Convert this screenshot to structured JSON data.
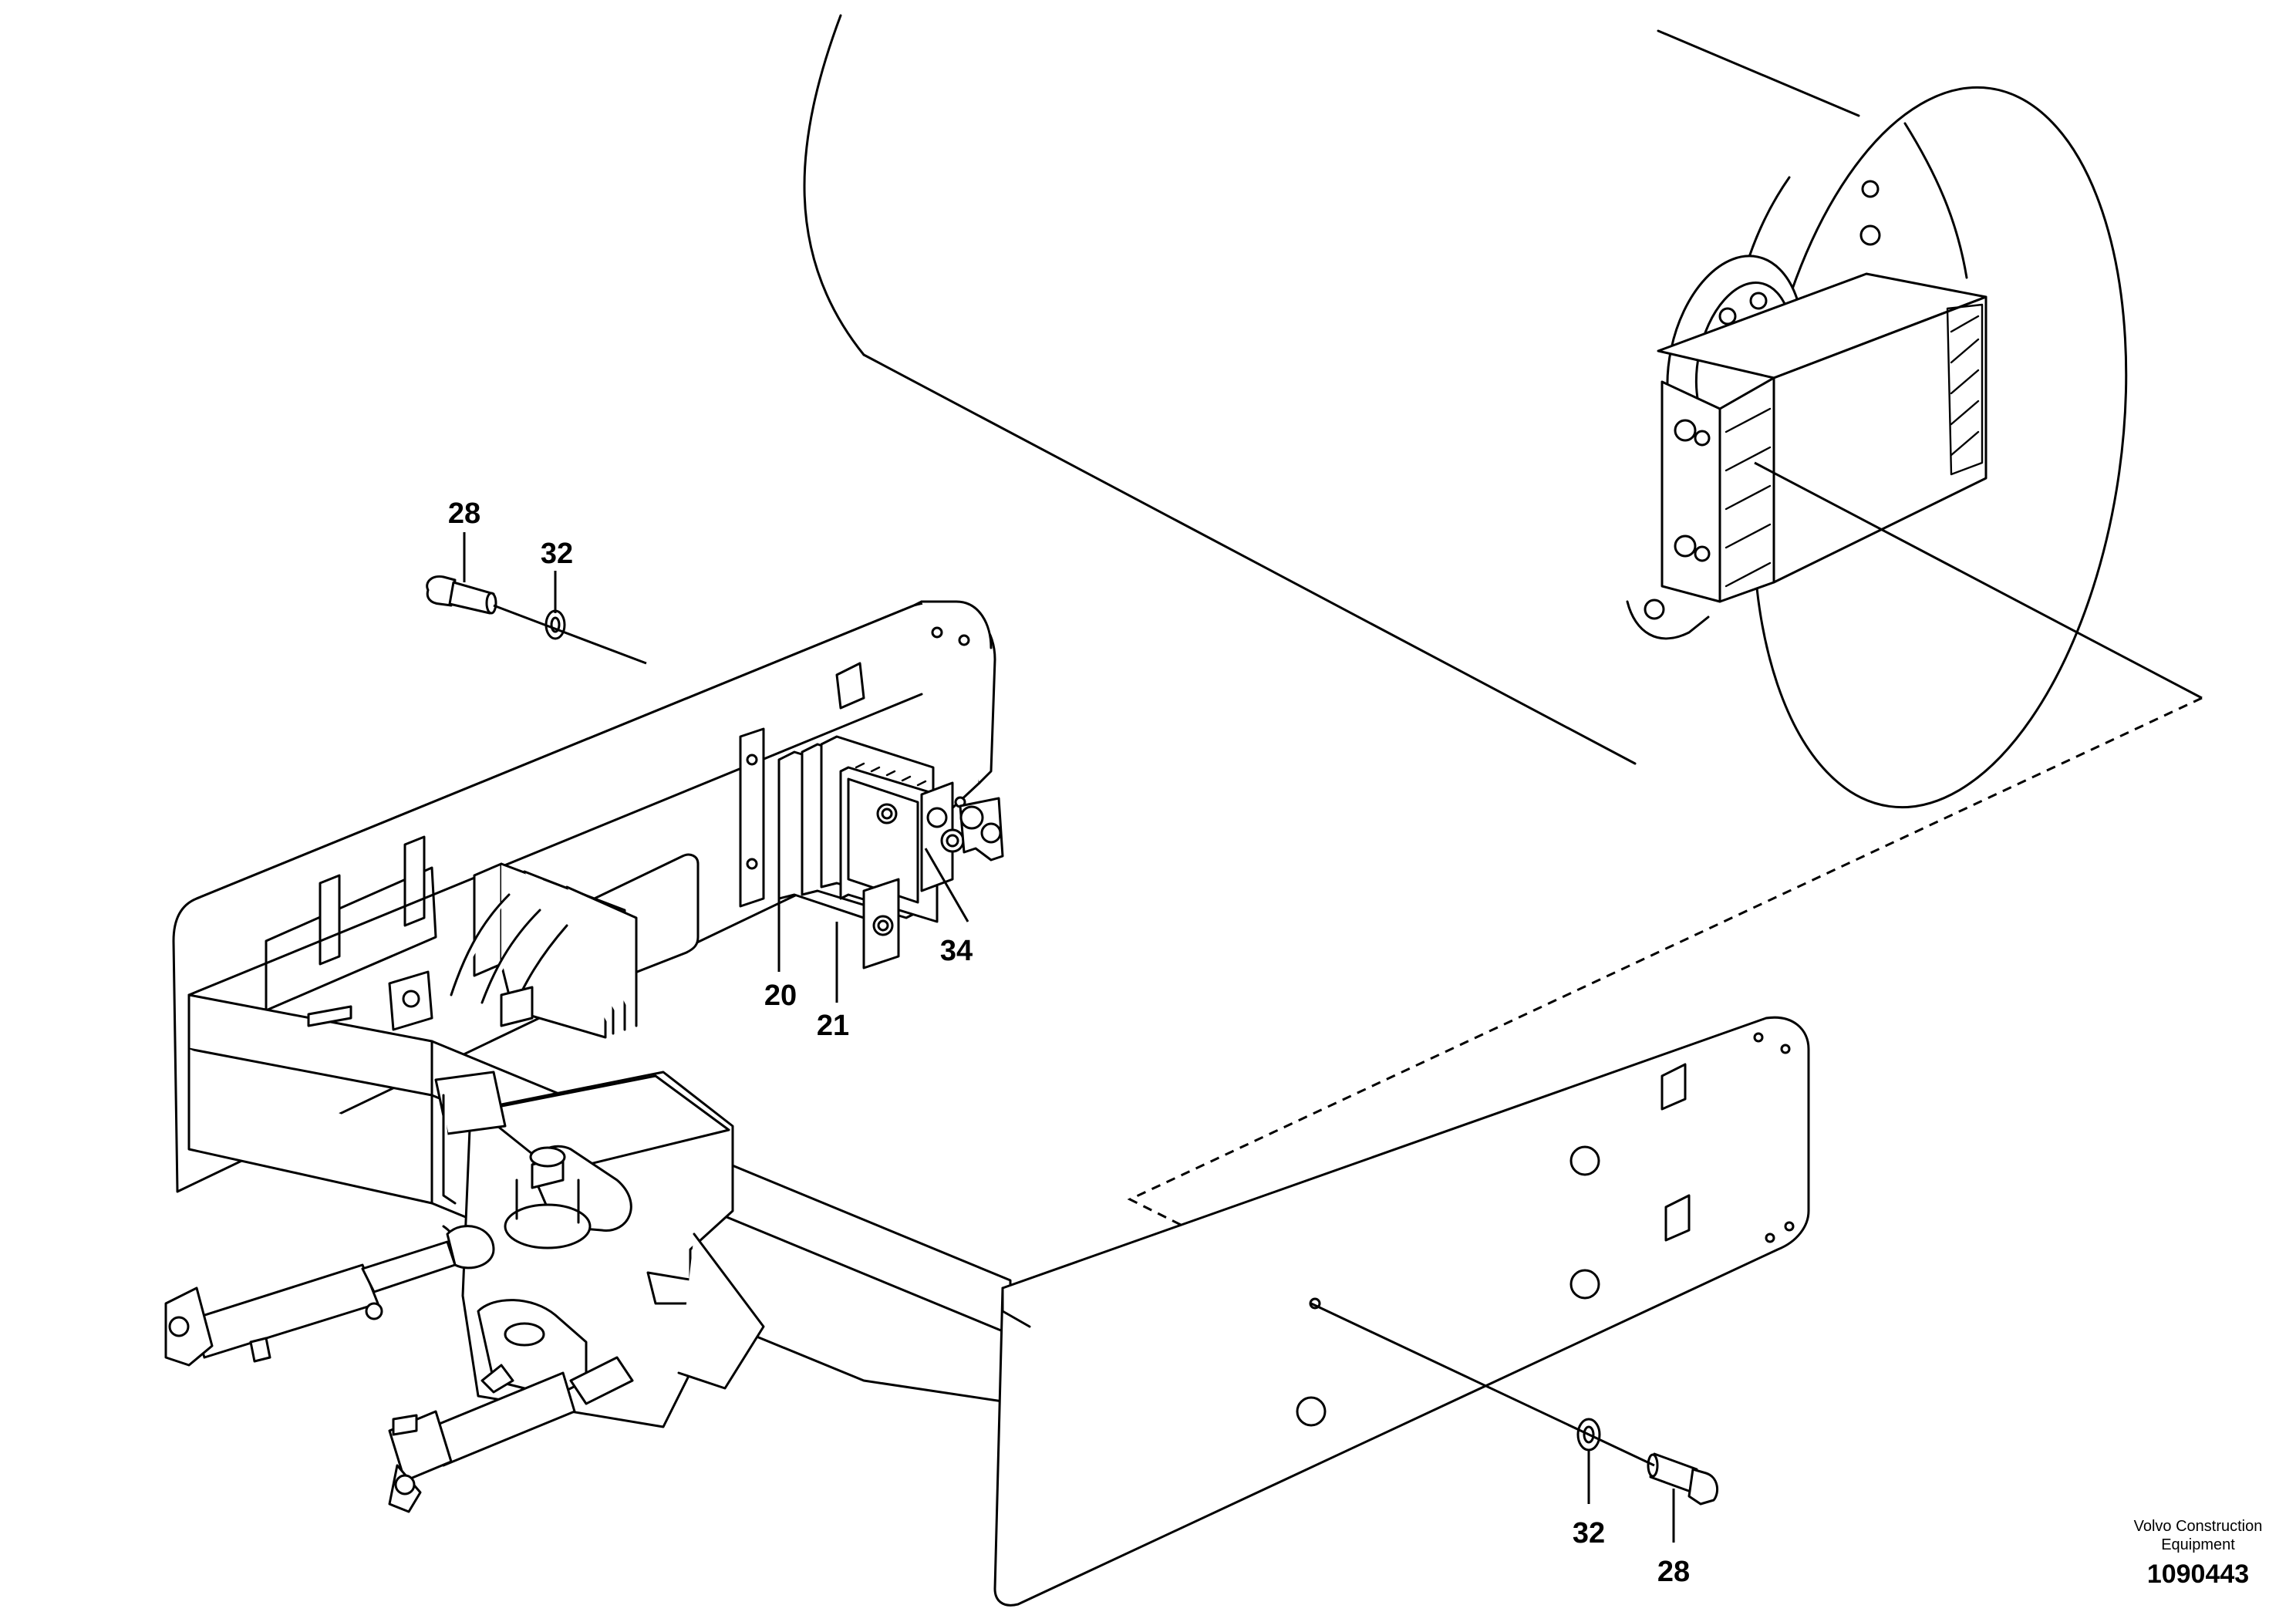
{
  "callouts": {
    "c28_top": "28",
    "c32_top": "32",
    "c20": "20",
    "c21": "21",
    "c34": "34",
    "c32_bottom": "32",
    "c28_bottom": "28"
  },
  "credit": {
    "line1": "Volvo Construction",
    "line2": "Equipment"
  },
  "document_number": "1090443"
}
